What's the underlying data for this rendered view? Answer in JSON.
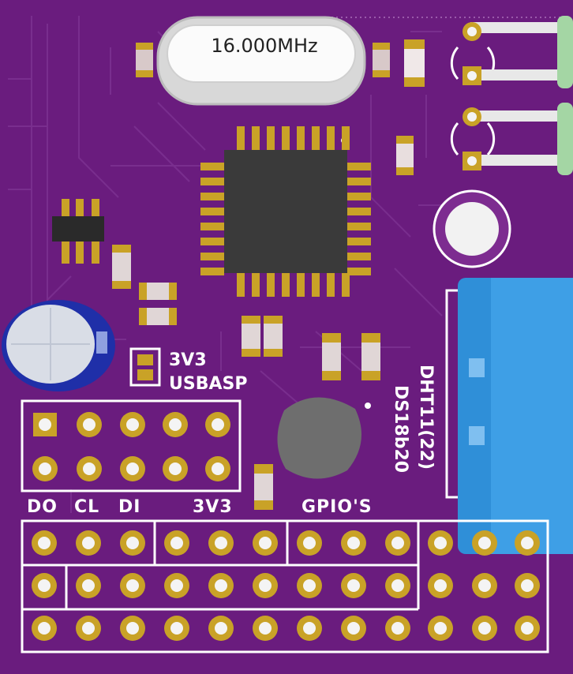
{
  "crystal": {
    "label": "16.000MHz"
  },
  "jumper": {
    "line1": "3V3",
    "line2": "USBASP"
  },
  "header_labels": {
    "do": "DO",
    "cl": "CL",
    "di": "DI",
    "v33": "3V3",
    "gpio": "GPIO'S"
  },
  "sensor": {
    "line1": "DHT11(22)",
    "line2": "DS18b20"
  },
  "colors": {
    "board": "#6a1c7e",
    "trace": "#7b2e90",
    "pad": "#c9a227",
    "hole": "#f4f4f4",
    "silk": "#ffffff",
    "ic": "#3a3a3a",
    "sensor": "#2f8fd8",
    "capacitor": "#2233aa"
  }
}
